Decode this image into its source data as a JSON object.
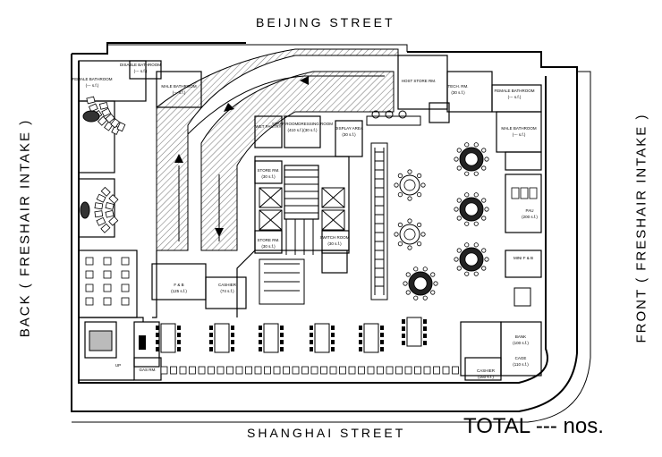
{
  "streets": {
    "north": "BEIJING STREET",
    "south": "SHANGHAI STREET",
    "west": "BACK ( FRESHAIR INTAKE )",
    "east": "FRONT ( FRESHAIR INTAKE )"
  },
  "total": "TOTAL --- nos.",
  "rooms": {
    "female_bath_w": "FEMALE BATHROOM",
    "female_bath_w_area": "(--- s.f.)",
    "disable_bath": "DISABLE BATHROOM",
    "disable_bath_area": "(--- s.f.)",
    "male_bath_w": "MALE BATHROOM",
    "male_bath_w_area": "(--- s.f.)",
    "host_store": "HOST STORE RM.",
    "tech_rm": "TECH. RM.",
    "tech_rm_area": "(30 s.f.)",
    "female_bath_e": "FEMALE BATHROOM",
    "female_bath_e_area": "(--- s.f.)",
    "male_bath_e": "MALE BATHROOM",
    "male_bath_e_area": "(--- s.f.)",
    "wet_pantry": "WET PANTRY",
    "staff_rooming": "STAFF ROOMDRESSING ROOM",
    "staff_rooming_area": "(410 s.f.)(30 s.f.)",
    "display_area": "DISPLAY AREA",
    "display_area_area": "(30 s.f.)",
    "store_rm_1": "STORE RM.",
    "store_rm_1_area": "(30 s.f.)",
    "store_rm_2": "STORE RM.",
    "store_rm_2_area": "(30 s.f.)",
    "switch_room": "SWITCH ROOM",
    "switch_room_area": "(30 s.f.)",
    "pau": "PAU",
    "pau_area": "(200 s.f.)",
    "mini_fb": "MINI F & B",
    "fb": "F & B",
    "fb_area": "(125 s.f.)",
    "cashier_mid": "CASHIER",
    "cashier_mid_area": "(74 s.f.)",
    "bank": "BANK",
    "bank_area": "(100 s.f.)",
    "cage": "CAGE",
    "cage_area": "(110 s.f.)",
    "cashier_se": "CASHIER",
    "cashier_se_area": "(160 s.f.)",
    "gas_rm": "GAS RM.",
    "up": "UP"
  },
  "colors": {
    "line": "#000000",
    "hatch": "#808080",
    "fill_light": "#d9d9d9"
  }
}
